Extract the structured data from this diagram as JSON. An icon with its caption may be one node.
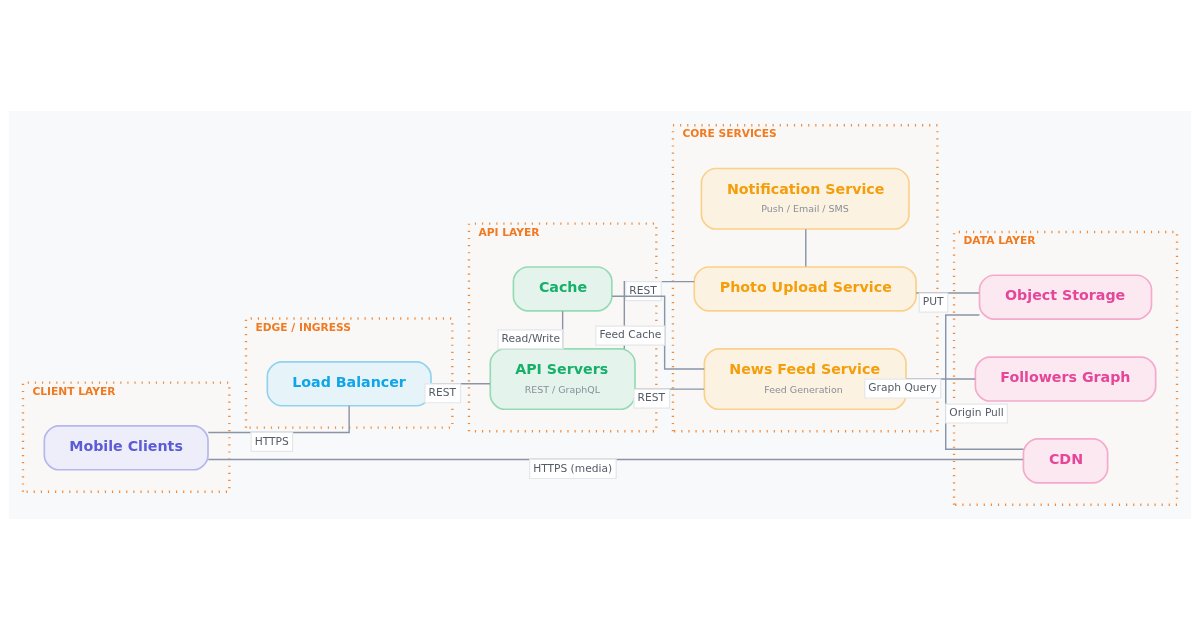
{
  "diagram": {
    "nodes": [
      {
        "text": [
          "CLIENT LAYER"
        ]
      },
      {
        "text": [
          "Mobile Clients"
        ],
        "in": 0
      },
      {
        "text": [
          "EDGE / INGRESS"
        ]
      },
      {
        "text": [
          "Load Balancer"
        ],
        "in": 2
      },
      {
        "text": [
          "API LAYER"
        ]
      },
      {
        "text": [
          "API Servers",
          "REST / GraphQL"
        ],
        "in": 4
      },
      {
        "text": [
          "Cache"
        ],
        "in": 4
      },
      {
        "text": [
          "CORE SERVICES"
        ]
      },
      {
        "text": [
          "Photo Upload Service"
        ],
        "in": 7
      },
      {
        "text": [
          "News Feed Service",
          "Feed Generation"
        ],
        "in": 7
      },
      {
        "text": [
          "Notification Service",
          "Push / Email / SMS"
        ],
        "in": 7
      },
      {
        "text": [
          "DATA LAYER"
        ]
      },
      {
        "text": [
          "Object Storage"
        ],
        "in": 11
      },
      {
        "text": [
          "CDN"
        ],
        "in": 11
      },
      {
        "text": [
          "Followers Graph"
        ],
        "in": 11
      }
    ],
    "edges": [
      {
        "from": 1,
        "to": 3,
        "arrow": "none",
        "label": "HTTPS"
      },
      {
        "from": 3,
        "to": 5,
        "arrow": "none",
        "label": "REST"
      },
      {
        "from": 5,
        "to": 6,
        "arrow": "none",
        "label": "Read/Write"
      },
      {
        "from": 5,
        "to": 8,
        "arrow": "none",
        "label": "REST"
      },
      {
        "from": 5,
        "to": 9,
        "arrow": "none",
        "label": "REST"
      },
      {
        "from": 8,
        "to": 12,
        "arrow": "none",
        "label": "PUT"
      },
      {
        "from": 12,
        "to": 13,
        "arrow": "none",
        "label": "Origin Pull"
      },
      {
        "from": 1,
        "to": 13,
        "arrow": "none",
        "label": "HTTPS (media)"
      },
      {
        "from": 9,
        "to": 6,
        "arrow": "none",
        "label": "Feed Cache"
      },
      {
        "from": 9,
        "to": 14,
        "arrow": "none",
        "label": "Graph Query"
      },
      {
        "from": 8,
        "to": 10,
        "arrow": "none"
      }
    ]
  }
}
